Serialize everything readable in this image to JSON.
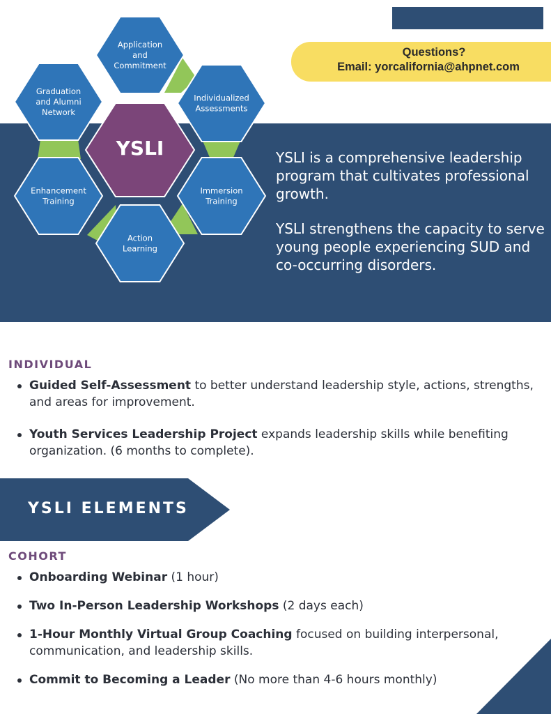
{
  "contact": {
    "question": "Questions?",
    "email": "Email: yorcalifornia@ahpnet.com"
  },
  "diagram": {
    "center": "YSLI",
    "nodes": [
      [
        "Application",
        "and",
        "Commitment"
      ],
      [
        "Individualized",
        "Assessments"
      ],
      [
        "Immersion",
        "Training"
      ],
      [
        "Action",
        "Learning"
      ],
      [
        "Enhancement",
        "Training"
      ],
      [
        "Graduation",
        "and Alumni",
        "Network"
      ]
    ]
  },
  "intro": {
    "p1": "YSLI is a comprehensive leadership program that cultivates professional growth.",
    "p2": "YSLI strengthens the capacity to serve young people experiencing SUD and co-occurring disorders."
  },
  "individual": {
    "heading": "INDIVIDUAL",
    "items": [
      {
        "bold": "Guided Self-Assessment",
        "text": " to better understand leadership style, actions, strengths, and areas for improvement."
      },
      {
        "bold": "Youth Services Leadership Project",
        "text": " expands leadership skills while benefiting organization. (6 months to complete)."
      }
    ]
  },
  "banner": "YSLI ELEMENTS",
  "cohort": {
    "heading": "COHORT",
    "items": [
      {
        "bold": "Onboarding Webinar",
        "text": " (1 hour)"
      },
      {
        "bold": "Two In-Person Leadership Workshops",
        "text": " (2 days each)"
      },
      {
        "bold": "1-Hour Monthly Virtual Group Coaching",
        "text": " focused on building interpersonal, communication, and leadership skills."
      },
      {
        "bold": "Commit to Becoming a Leader",
        "text": " (No more than 4-6 hours monthly)"
      }
    ]
  },
  "colors": {
    "navy": "#2e4e74",
    "hex_blue": "#2f75b8",
    "purple": "#7b4579",
    "green": "#92c659",
    "yellow": "#f8dd62"
  }
}
